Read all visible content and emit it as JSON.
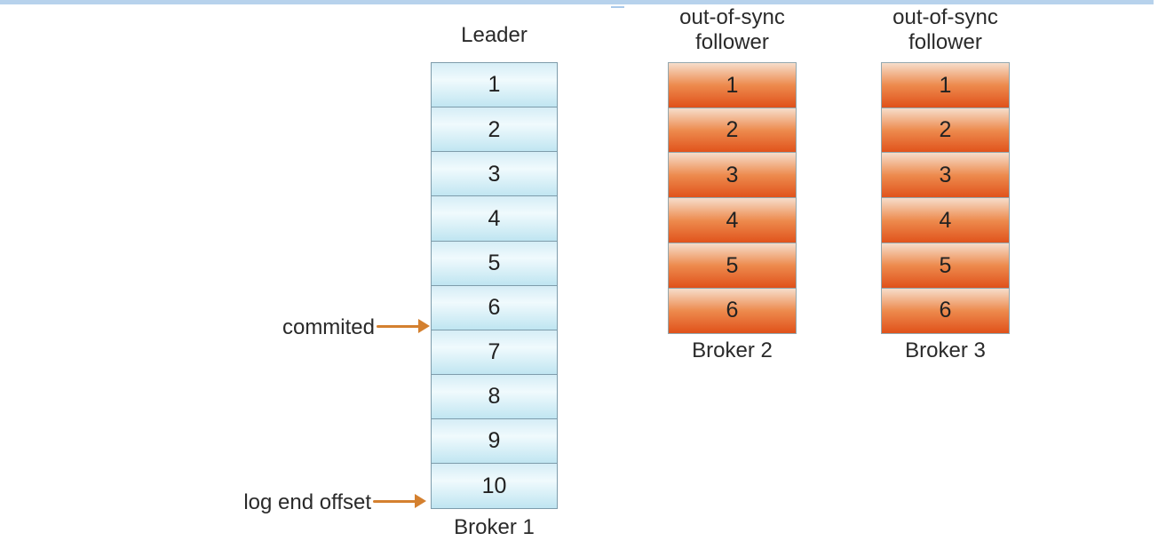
{
  "page": {
    "background": "#ffffff",
    "top_strip_color": "#b7d2ec"
  },
  "diagram": {
    "leader": {
      "header": "Leader",
      "broker": "Broker 1",
      "entries": [
        "1",
        "2",
        "3",
        "4",
        "5",
        "6",
        "7",
        "8",
        "9",
        "10"
      ]
    },
    "followers": [
      {
        "header": "out-of-sync\nfollower",
        "broker": "Broker 2",
        "entries": [
          "1",
          "2",
          "3",
          "4",
          "5",
          "6"
        ]
      },
      {
        "header": "out-of-sync\nfollower",
        "broker": "Broker 3",
        "entries": [
          "1",
          "2",
          "3",
          "4",
          "5",
          "6"
        ]
      }
    ],
    "annotations": {
      "committed": {
        "label": "commited"
      },
      "log_end_offset": {
        "label": "log end offset"
      }
    },
    "colors": {
      "leader_cell_top": "#d5edf6",
      "leader_cell_bottom": "#bfe5f1",
      "follower_cell_top": "#f6ddcb",
      "follower_cell_bottom": "#e0511a",
      "cell_border": "#7e9cab",
      "arrow": "#d4802f",
      "text": "#2a2a2a"
    }
  }
}
